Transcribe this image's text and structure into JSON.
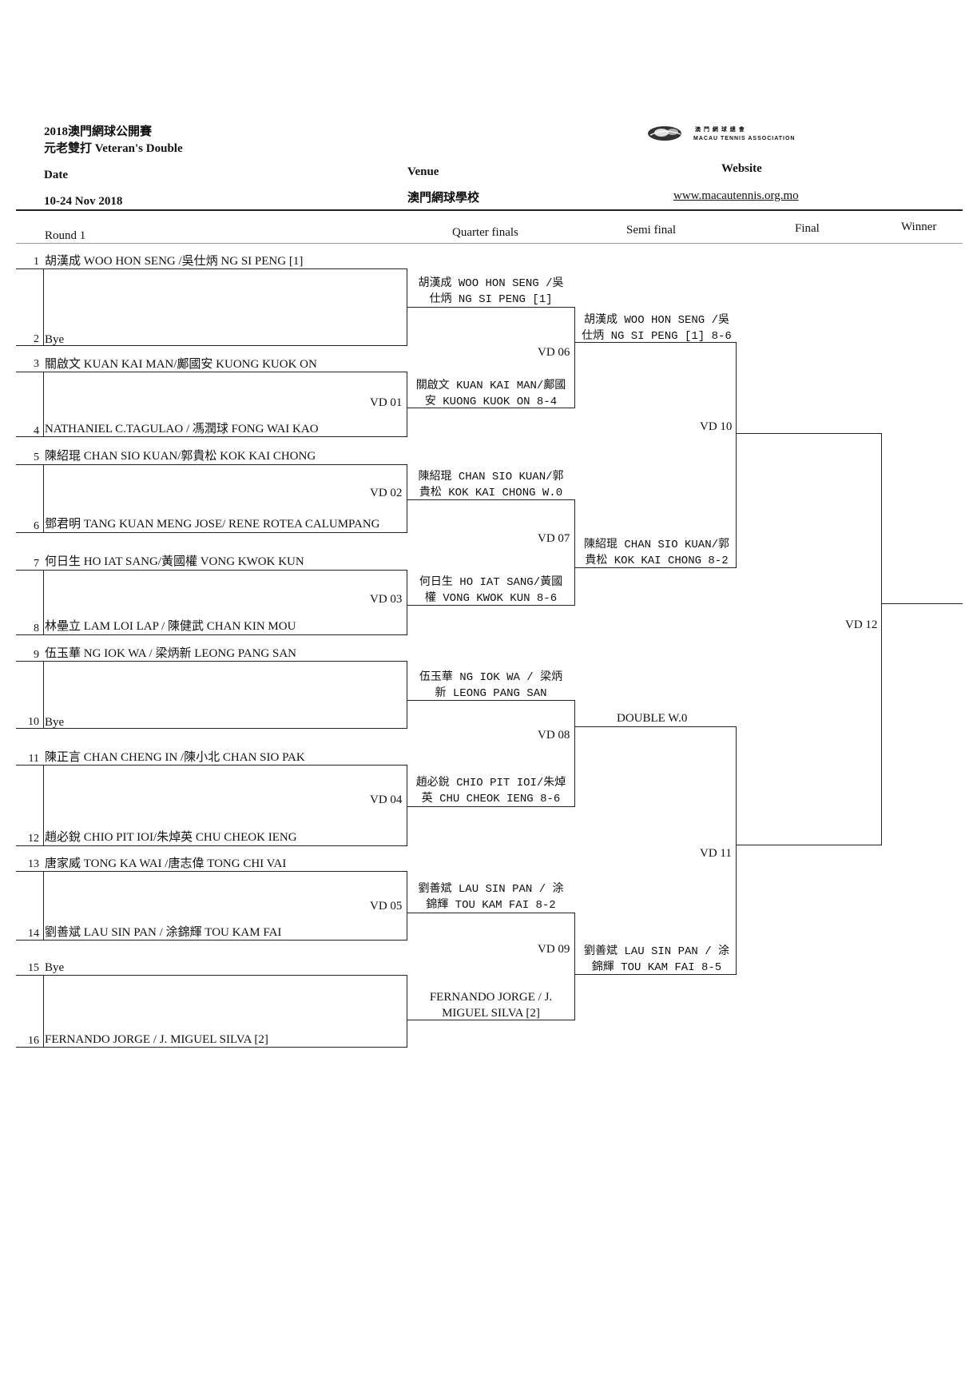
{
  "header": {
    "title": "2018澳門網球公開賽",
    "event": "元老雙打 Veteran's Double",
    "date_label": "Date",
    "date_value": "10-24 Nov 2018",
    "venue_label": "Venue",
    "venue_value": "澳門網球學校",
    "website_label": "Website",
    "website_value": "www.macautennis.org.mo",
    "logo_text_1": "澳 門 網 球 總 會",
    "logo_text_2": "MACAU TENNIS ASSOCIATION"
  },
  "rounds": [
    "Round 1",
    "Quarter finals",
    "Semi final",
    "Final",
    "Winner"
  ],
  "round1": [
    {
      "num": "1",
      "name": "胡漢成 WOO HON SENG /吳仕炳 NG SI PENG [1]"
    },
    {
      "num": "2",
      "name": "Bye"
    },
    {
      "num": "3",
      "name": "關啟文 KUAN KAI MAN/鄺國安 KUONG KUOK ON"
    },
    {
      "num": "4",
      "name": "NATHANIEL C.TAGULAO / 馮潤球 FONG WAI KAO"
    },
    {
      "num": "5",
      "name": "陳紹琨 CHAN SIO KUAN/郭貴松 KOK KAI CHONG"
    },
    {
      "num": "6",
      "name": "鄧君明 TANG KUAN MENG JOSE/ RENE ROTEA CALUMPANG"
    },
    {
      "num": "7",
      "name": "何日生 HO IAT SANG/黃國權 VONG KWOK KUN"
    },
    {
      "num": "8",
      "name": "林壘立 LAM LOI LAP / 陳健武 CHAN KIN MOU"
    },
    {
      "num": "9",
      "name": "伍玉華 NG IOK WA / 梁炳新 LEONG PANG SAN"
    },
    {
      "num": "10",
      "name": "Bye"
    },
    {
      "num": "11",
      "name": "陳正言 CHAN CHENG IN /陳小北 CHAN SIO PAK"
    },
    {
      "num": "12",
      "name": "趙必銳 CHIO PIT IOI/朱焯英 CHU CHEOK IENG"
    },
    {
      "num": "13",
      "name": "唐家威 TONG KA WAI /唐志偉 TONG CHI VAI"
    },
    {
      "num": "14",
      "name": "劉善斌 LAU SIN PAN / 涂錦輝 TOU KAM FAI"
    },
    {
      "num": "15",
      "name": "Bye"
    },
    {
      "num": "16",
      "name": "FERNANDO JORGE / J. MIGUEL  SILVA [2]"
    }
  ],
  "r1_codes": [
    "",
    "VD 01",
    "VD 02",
    "VD 03",
    "",
    "VD 04",
    "VD 05",
    ""
  ],
  "quarter_finals": [
    {
      "line1": "胡漢成 WOO HON SENG /吳",
      "line2": "仕炳 NG SI PENG [1]"
    },
    {
      "line1": "關啟文 KUAN KAI MAN/鄺國",
      "line2": "安 KUONG KUOK ON 8-4"
    },
    {
      "line1": "陳紹琨 CHAN SIO KUAN/郭",
      "line2": "貴松 KOK KAI CHONG W.0"
    },
    {
      "line1": "何日生 HO IAT SANG/黃國",
      "line2": "權 VONG KWOK KUN 8-6"
    },
    {
      "line1": "伍玉華 NG IOK WA / 梁炳",
      "line2": "新 LEONG PANG SAN"
    },
    {
      "line1": "趙必銳 CHIO PIT IOI/朱焯",
      "line2": "英 CHU CHEOK IENG 8-6"
    },
    {
      "line1": "劉善斌 LAU SIN PAN / 涂",
      "line2": "錦輝 TOU KAM FAI 8-2"
    },
    {
      "line1": "FERNANDO JORGE / J.",
      "line2": "MIGUEL  SILVA [2]"
    }
  ],
  "qf_codes": [
    "VD 06",
    "VD 07",
    "VD 08",
    "VD 09"
  ],
  "semi_finals": [
    {
      "line1": "胡漢成 WOO HON SENG /吳",
      "line2": "仕炳 NG SI PENG [1] 8-6"
    },
    {
      "line1": "陳紹琨 CHAN SIO KUAN/郭",
      "line2": "貴松 KOK KAI CHONG  8-2"
    },
    {
      "line1": "DOUBLE W.0",
      "line2": ""
    },
    {
      "line1": "劉善斌 LAU SIN PAN / 涂",
      "line2": "錦輝 TOU KAM FAI 8-5"
    }
  ],
  "sf_codes": [
    "VD 10",
    "VD 11"
  ],
  "final_code": "VD 12"
}
